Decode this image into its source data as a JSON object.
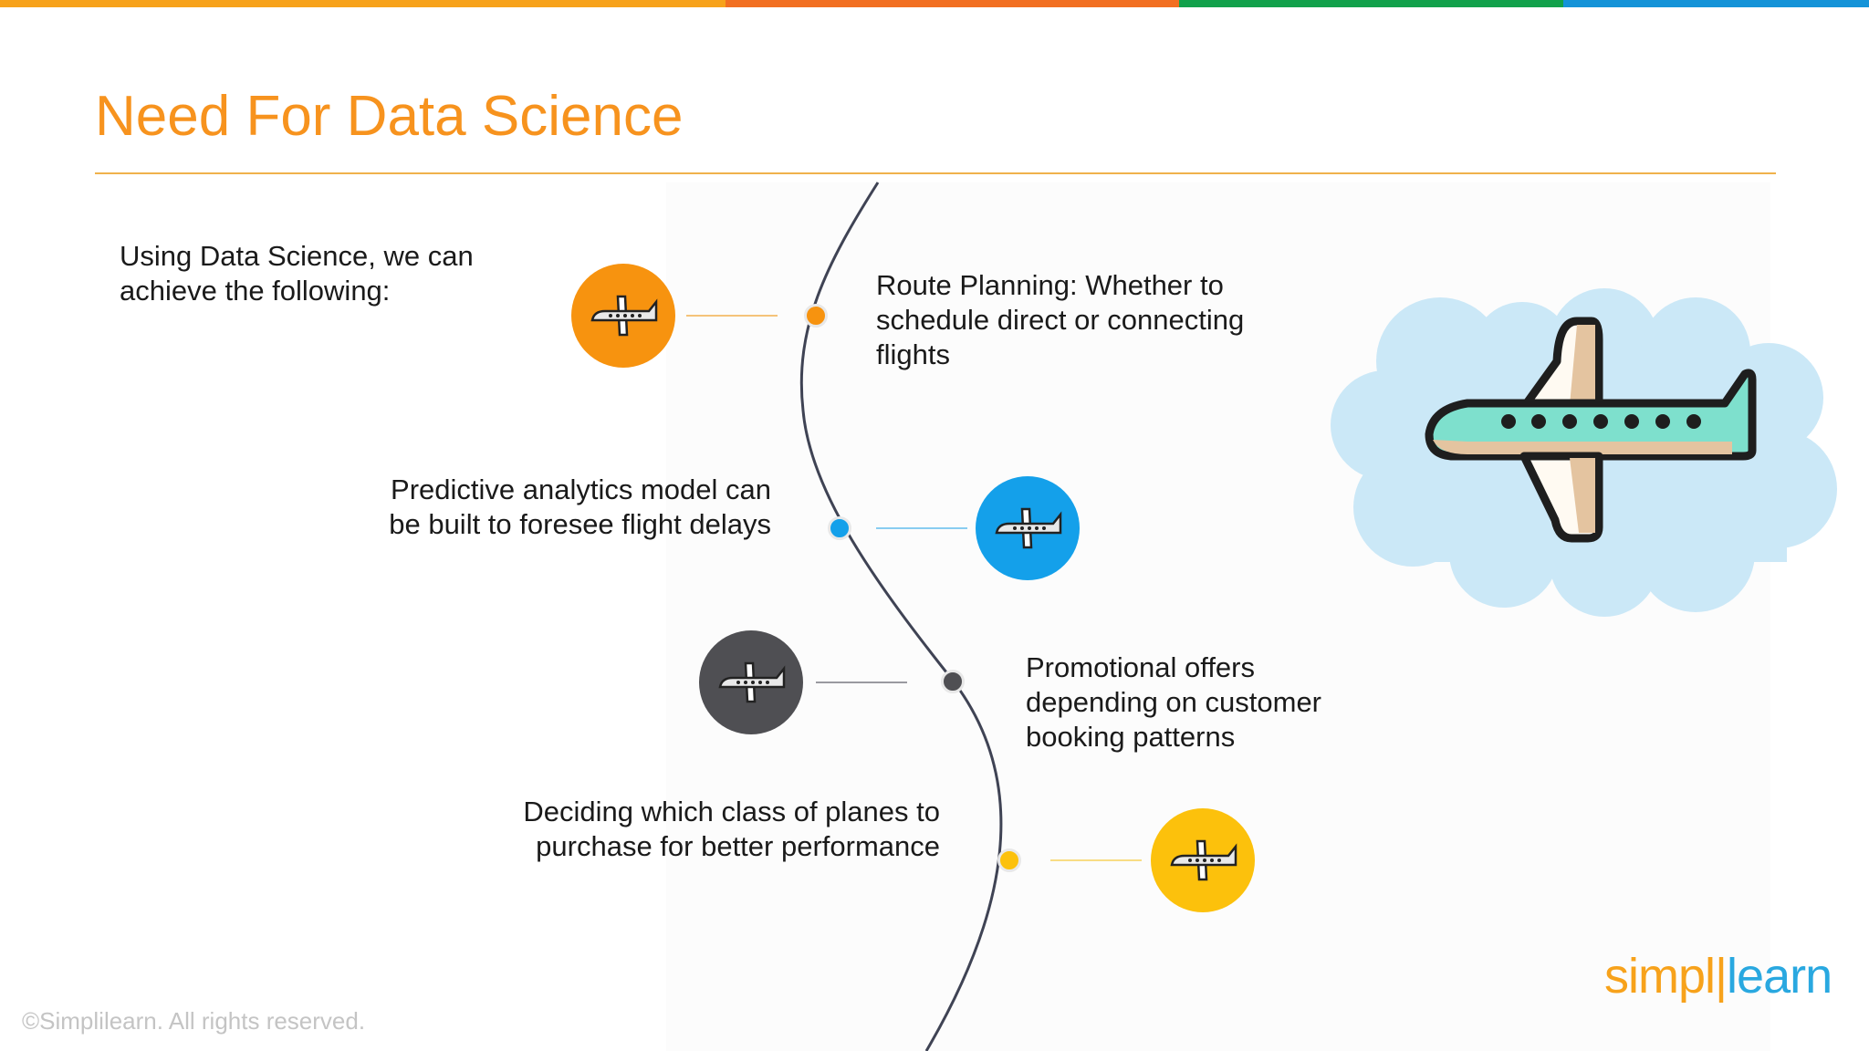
{
  "colors": {
    "topbar": [
      "#f7a21b",
      "#f26f21",
      "#12a14b",
      "#1493d8"
    ],
    "title": "#f7931e",
    "orange": "#f7930f",
    "blue": "#14a0ea",
    "gray": "#4f4f53",
    "yellow": "#fcc10c",
    "curve": "#3f4354"
  },
  "slide": {
    "title": "Need For Data Science",
    "intro": "Using Data Science, we can achieve the following:"
  },
  "items": [
    {
      "text": "Route Planning: Whether to schedule direct or connecting flights",
      "badge_icon": "airplane-icon",
      "color": "orange"
    },
    {
      "text": "Predictive analytics model can be built to foresee flight delays",
      "badge_icon": "airplane-icon",
      "color": "blue"
    },
    {
      "text": "Promotional offers depending on customer booking patterns",
      "badge_icon": "airplane-icon",
      "color": "gray"
    },
    {
      "text": "Deciding which class of planes to purchase for better performance",
      "badge_icon": "airplane-icon",
      "color": "yellow"
    }
  ],
  "illustration": {
    "icon": "airplane-cloud-icon"
  },
  "footer": {
    "logo_part1": "simpl",
    "logo_part2": "learn",
    "copyright": "©Simplilearn. All rights reserved."
  }
}
